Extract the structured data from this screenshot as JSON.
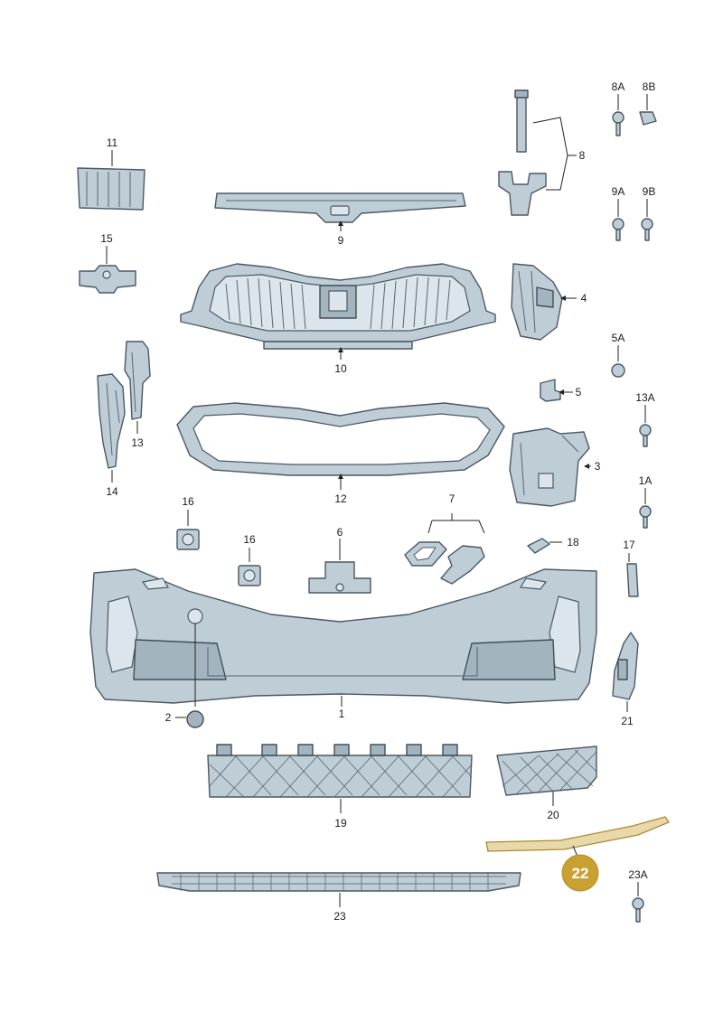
{
  "diagram": {
    "labels": {
      "p1": "1",
      "p2": "2",
      "p3": "3",
      "p4": "4",
      "p5": "5",
      "p5a": "5A",
      "p6": "6",
      "p7": "7",
      "p8": "8",
      "p8a": "8A",
      "p8b": "8B",
      "p9": "9",
      "p9a": "9A",
      "p9b": "9B",
      "p10": "10",
      "p11": "11",
      "p12": "12",
      "p13": "13",
      "p13a": "13A",
      "p14": "14",
      "p15": "15",
      "p16a": "16",
      "p16b": "16",
      "p17": "17",
      "p18": "18",
      "p19": "19",
      "p1a": "1A",
      "p20": "20",
      "p21": "21",
      "p22": "22",
      "p23": "23",
      "p23a": "23A"
    },
    "highlight_color": "#c9a032",
    "part_color": "#bfcdd6"
  }
}
